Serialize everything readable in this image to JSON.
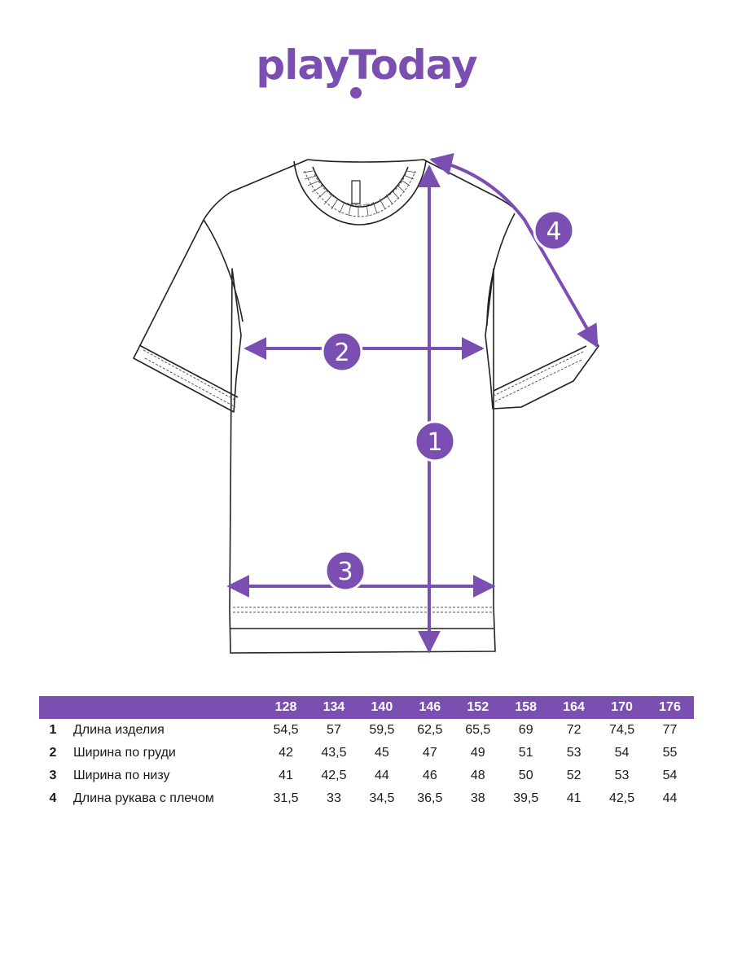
{
  "brand": {
    "logo_text": "playToday",
    "accent_color": "#7b4fb2"
  },
  "diagram": {
    "garment": "t-shirt",
    "markers": [
      {
        "number": "1",
        "measure": "Длина изделия"
      },
      {
        "number": "2",
        "measure": "Ширина по груди"
      },
      {
        "number": "3",
        "measure": "Ширина по низу"
      },
      {
        "number": "4",
        "measure": "Длина рукава с плечом"
      }
    ]
  },
  "table": {
    "sizes": [
      "128",
      "134",
      "140",
      "146",
      "152",
      "158",
      "164",
      "170",
      "176"
    ],
    "rows": [
      {
        "num": "1",
        "label": "Длина изделия",
        "values": [
          "54,5",
          "57",
          "59,5",
          "62,5",
          "65,5",
          "69",
          "72",
          "74,5",
          "77"
        ]
      },
      {
        "num": "2",
        "label": "Ширина по груди",
        "values": [
          "42",
          "43,5",
          "45",
          "47",
          "49",
          "51",
          "53",
          "54",
          "55"
        ]
      },
      {
        "num": "3",
        "label": "Ширина по низу",
        "values": [
          "41",
          "42,5",
          "44",
          "46",
          "48",
          "50",
          "52",
          "53",
          "54"
        ]
      },
      {
        "num": "4",
        "label": "Длина рукава с плечом",
        "values": [
          "31,5",
          "33",
          "34,5",
          "36,5",
          "38",
          "39,5",
          "41",
          "42,5",
          "44"
        ]
      }
    ]
  }
}
